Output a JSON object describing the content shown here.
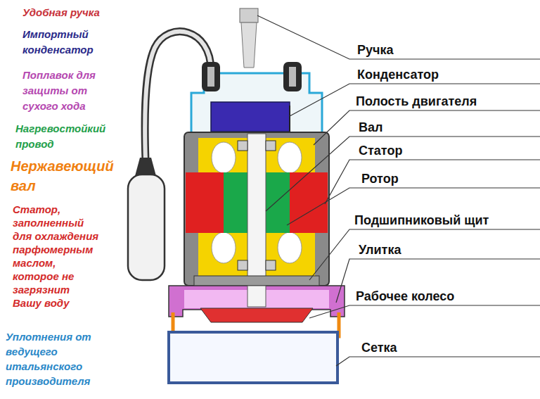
{
  "diagram": {
    "labels": [
      "Удобная ручка",
      "Импортный конденсатор",
      "Поплавок для защиты от сухого хода",
      "Нагревостойкий провод",
      "Нержавеющий вал",
      "Статор, заполненный для охлаждения парфюмерным маслом, которое не загрязнит Вашу воду",
      "Уплотнения от ведущего итальянского производителя",
      "Ручка",
      "Конденсатор",
      "Полость двигателя",
      "Вал",
      "Статор",
      "Ротор",
      "Подшипниковый щит",
      "Улитка",
      "Рабочее колесо",
      "Сетка"
    ]
  }
}
